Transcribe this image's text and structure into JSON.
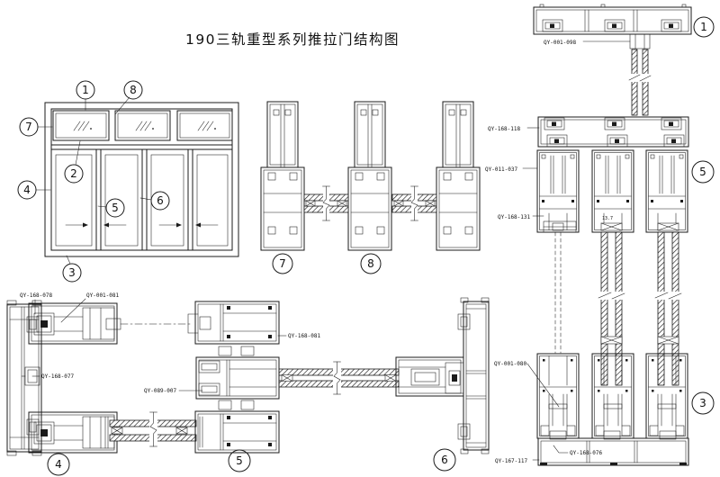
{
  "title": "190三轨重型系列推拉门结构图",
  "colors": {
    "line": "#1b1b1b",
    "background": "#ffffff"
  },
  "callouts": {
    "c1": "1",
    "c2": "2",
    "c3": "3",
    "c4": "4",
    "c5": "5",
    "c6": "6",
    "c7": "7",
    "c8": "8",
    "s7": "7",
    "s8": "8",
    "s1": "1",
    "s5r": "5",
    "s3": "3",
    "s4": "4",
    "s5b": "5",
    "s6": "6"
  },
  "part_labels": {
    "qy_001_098": "QY-001-098",
    "qy_168_118": "QY-168-118",
    "qy_011_037": "QY-011-037",
    "qy_168_131": "QY-168-131",
    "qy_001_080": "QY-001-080",
    "qy_168_076": "QY-168-076",
    "qy_167_117": "QY-167-117",
    "qy_168_078": "QY-168-078",
    "qy_001_081": "QY-001-081",
    "qy_168_077": "QY-168-077",
    "qy_168_081": "QY-168-081",
    "qy_089_007": "QY-089-007"
  },
  "dimensions": {
    "glass_width": "13.7"
  }
}
